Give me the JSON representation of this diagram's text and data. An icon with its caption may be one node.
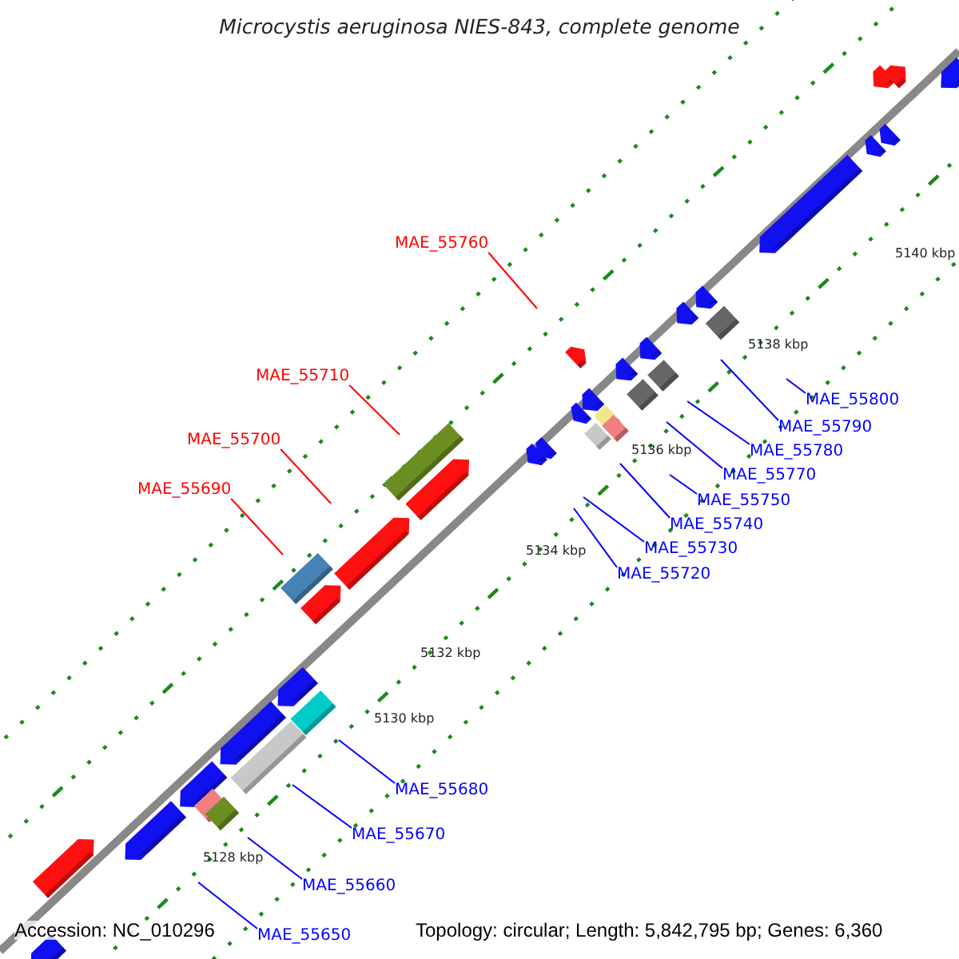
{
  "diagram": {
    "title": "Microcystis aeruginosa NIES-843, complete genome",
    "nodes": [
      {
        "text": [
          "MAE_55760"
        ]
      },
      {
        "text": [
          "MAE_55710"
        ]
      },
      {
        "text": [
          "MAE_55700"
        ]
      },
      {
        "text": [
          "MAE_55690"
        ]
      },
      {
        "text": [
          "MAE_55800"
        ]
      },
      {
        "text": [
          "MAE_55790"
        ]
      },
      {
        "text": [
          "MAE_55780"
        ]
      },
      {
        "text": [
          "MAE_55770"
        ]
      },
      {
        "text": [
          "MAE_55750"
        ]
      },
      {
        "text": [
          "MAE_55740"
        ]
      },
      {
        "text": [
          "MAE_55730"
        ]
      },
      {
        "text": [
          "MAE_55720"
        ]
      },
      {
        "text": [
          "MAE_55680"
        ]
      },
      {
        "text": [
          "MAE_55670"
        ]
      },
      {
        "text": [
          "MAE_55660"
        ]
      },
      {
        "text": [
          "MAE_55650"
        ]
      }
    ],
    "edges": [
      {
        "from": 0,
        "to": null,
        "arrow": "none",
        "color": "#ff0000"
      },
      {
        "from": 1,
        "to": null,
        "arrow": "none",
        "color": "#ff0000"
      },
      {
        "from": 2,
        "to": null,
        "arrow": "none",
        "color": "#ff0000"
      },
      {
        "from": 3,
        "to": null,
        "arrow": "none",
        "color": "#ff0000"
      },
      {
        "from": 4,
        "to": null,
        "arrow": "none"
      },
      {
        "from": 5,
        "to": null,
        "arrow": "none"
      },
      {
        "from": 6,
        "to": null,
        "arrow": "none"
      },
      {
        "from": 7,
        "to": null,
        "arrow": "none"
      },
      {
        "from": 8,
        "to": null,
        "arrow": "none"
      },
      {
        "from": 9,
        "to": null,
        "arrow": "none"
      },
      {
        "from": 10,
        "to": null,
        "arrow": "none"
      },
      {
        "from": 11,
        "to": null,
        "arrow": "none"
      },
      {
        "from": 12,
        "to": null,
        "arrow": "none"
      },
      {
        "from": 13,
        "to": null,
        "arrow": "none"
      },
      {
        "from": 14,
        "to": null,
        "arrow": "none"
      },
      {
        "from": 15,
        "to": null,
        "arrow": "none"
      }
    ],
    "labels": [
      "5140 kbp",
      "5138 kbp",
      "5136 kbp",
      "5134 kbp",
      "5132 kbp",
      "5130 kbp",
      "5128 kbp",
      "Accession: NC_010296",
      "Topology: circular; Length: 5,842,795 bp; Genes: 6,360"
    ]
  }
}
